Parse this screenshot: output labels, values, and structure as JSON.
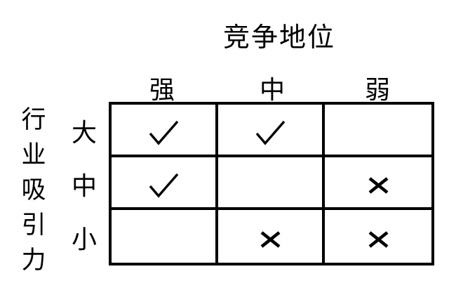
{
  "matrix": {
    "column_axis_title": "竞争地位",
    "column_headers": [
      "强",
      "中",
      "弱"
    ],
    "row_axis_title": "行业吸引力",
    "row_headers": [
      "大",
      "中",
      "小"
    ],
    "cells": [
      [
        "check",
        "check",
        ""
      ],
      [
        "check",
        "",
        "cross"
      ],
      [
        "",
        "cross",
        "cross"
      ]
    ],
    "mark_glyphs": {
      "check": "√",
      "cross": "×"
    }
  },
  "colors": {
    "foreground": "#000000",
    "background": "#ffffff"
  }
}
